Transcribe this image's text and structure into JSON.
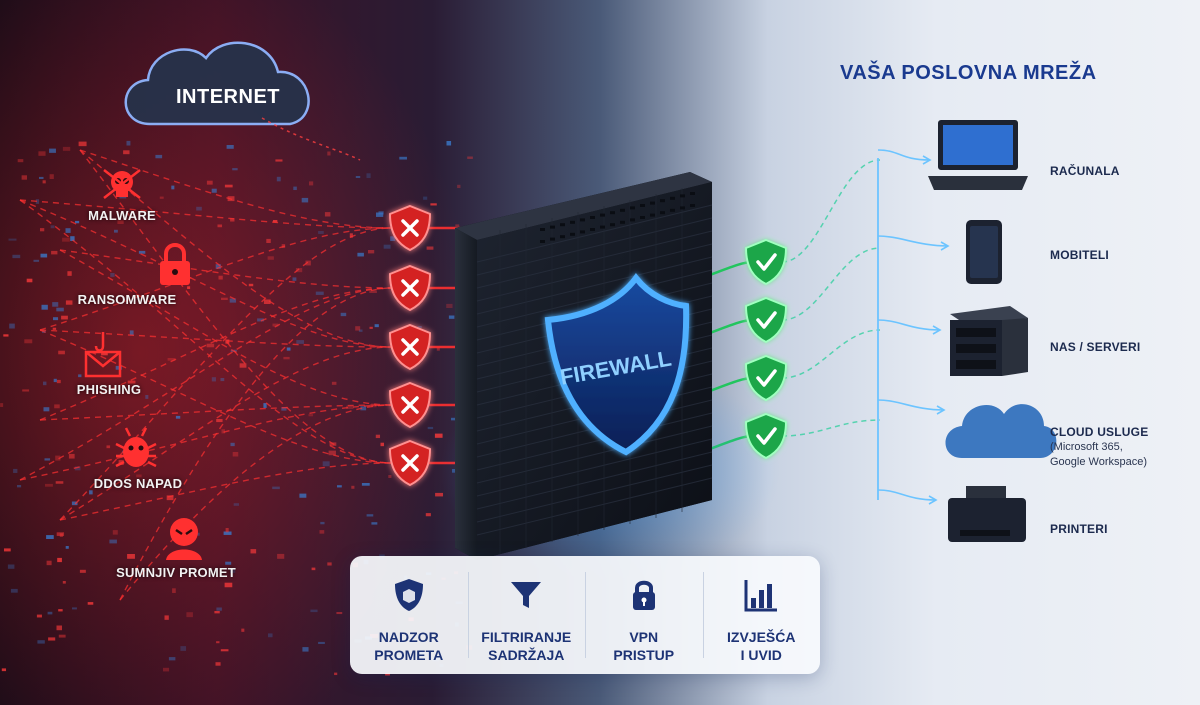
{
  "internet_label": "INTERNET",
  "network_title": "VAŠA POSLOVNA MREŽA",
  "firewall_label": "FIREWALL",
  "threats": [
    {
      "label": "MALWARE",
      "icon": "skull-icon"
    },
    {
      "label": "RANSOMWARE",
      "icon": "padlock-icon"
    },
    {
      "label": "PHISHING",
      "icon": "hooked-envelope-icon"
    },
    {
      "label": "DDoS NAPAD",
      "icon": "bug-icon"
    },
    {
      "label": "SUMNJIV PROMET",
      "icon": "hacker-icon"
    }
  ],
  "devices": [
    {
      "label": "RAČUNALA",
      "icon": "laptop-icon"
    },
    {
      "label": "MOBITELI",
      "icon": "phone-icon"
    },
    {
      "label": "NAS / SERVERI",
      "icon": "server-icon"
    },
    {
      "label": "CLOUD USLUGE",
      "sub": [
        "(Microsoft 365,",
        "Google Workspace)"
      ],
      "icon": "cloud-icon"
    },
    {
      "label": "PRINTERI",
      "icon": "printer-icon"
    }
  ],
  "features": [
    {
      "line1": "NADZOR",
      "line2": "PROMETA",
      "icon": "shield-icon"
    },
    {
      "line1": "FILTRIRANJE",
      "line2": "SADRŽAJA",
      "icon": "filter-icon"
    },
    {
      "line1": "VPN",
      "line2": "PRISTUP",
      "icon": "lock-icon"
    },
    {
      "line1": "IZVJEŠĆA",
      "line2": "I UVID",
      "icon": "bar-chart-icon"
    }
  ],
  "colors": {
    "threat": "#ff3030",
    "allowed": "#22c55e",
    "brand": "#1a3a8f",
    "firewall_glow": "#3aa0ff"
  }
}
